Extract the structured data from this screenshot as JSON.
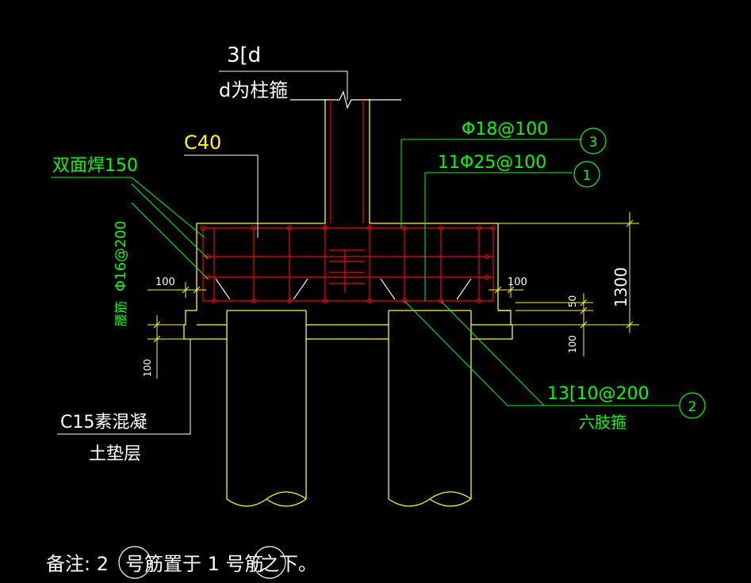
{
  "drawing": {
    "colors": {
      "background": "#000000",
      "concrete": "#ffff00",
      "rebar": "#ff0000",
      "annotation": "#00ff00",
      "leader": "#ffffff",
      "dimension": "#ffff00"
    },
    "labels": {
      "column_stirrup_spec": "3[d",
      "column_stirrup_note": "d为柱箍",
      "concrete_grade": "C40",
      "weld_note": "双面焊150",
      "waist_bar_label": "腰筋",
      "waist_bar_spec": "Φ16@200",
      "bar3_spec": "Φ18@100",
      "bar1_spec": "11Φ25@100",
      "bar2_spec": "13[10@200",
      "bar2_note": "六肢箍",
      "cushion_line1": "C15素混凝",
      "cushion_line2": "土垫层"
    },
    "callouts": {
      "c1": "1",
      "c2": "2",
      "c3": "3"
    },
    "dimensions": {
      "left_offset": "100",
      "right_offset": "100",
      "cap_height": "1300",
      "embed_50": "50",
      "cushion_right": "100",
      "cushion_left": "100"
    },
    "note": {
      "prefix": "备注: 2",
      "circled_word": "号",
      "middle": "筋置于 1 号筋",
      "circled_word2": "之",
      "suffix": "下。"
    }
  }
}
